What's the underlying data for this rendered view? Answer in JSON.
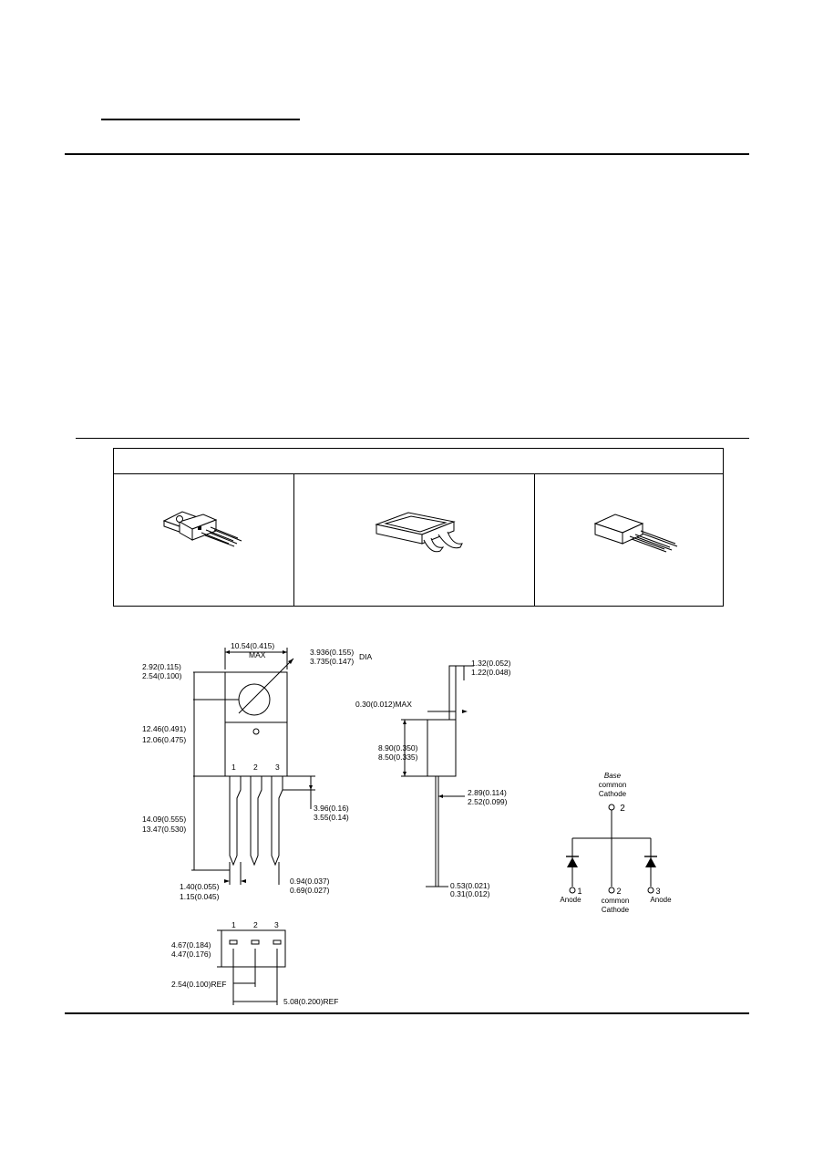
{
  "outline": {
    "overall_width": "10.54(0.415)",
    "overall_width_note": "MAX",
    "hole_dia_max": "3.936(0.155)",
    "hole_dia_min": "3.735(0.147)",
    "hole_dia_note": "DIA",
    "tab_top_max": "2.92(0.115)",
    "tab_top_min": "2.54(0.100)",
    "body_height_max": "12.46(0.491)",
    "body_height_min": "12.06(0.475)",
    "pin_1": "1",
    "pin_2": "2",
    "pin_3": "3",
    "lead_length_max": "14.09(0.555)",
    "lead_length_min": "13.47(0.530)",
    "lead_shoulder_max": "3.96(0.16)",
    "lead_shoulder_min": "3.55(0.14)",
    "lead_width_max": "1.40(0.055)",
    "lead_width_min": "1.15(0.045)",
    "lead_thick_max": "0.94(0.037)",
    "lead_thick_min": "0.69(0.027)"
  },
  "side": {
    "tab_thick_max": "1.32(0.052)",
    "tab_thick_min": "1.22(0.048)",
    "step_note": "0.30(0.012)MAX",
    "body_max": "8.90(0.350)",
    "body_min": "8.50(0.335)",
    "lead_offset_max": "2.89(0.114)",
    "lead_offset_min": "2.52(0.099)",
    "lead_t_max": "0.53(0.021)",
    "lead_t_min": "0.31(0.012)"
  },
  "bottom": {
    "pin_1": "1",
    "pin_2": "2",
    "pin_3": "3",
    "depth_max": "4.67(0.184)",
    "depth_min": "4.47(0.176)",
    "pitch": "2.54(0.100)REF",
    "span": "5.08(0.200)REF"
  },
  "schematic": {
    "top_label_1": "Base",
    "top_label_2": "common",
    "top_label_3": "Cathode",
    "top_pin": "2",
    "pin1": "1",
    "pin2": "2",
    "pin3": "3",
    "anode_left": "Anode",
    "cathode_mid_1": "common",
    "cathode_mid_2": "Cathode",
    "anode_right": "Anode"
  }
}
